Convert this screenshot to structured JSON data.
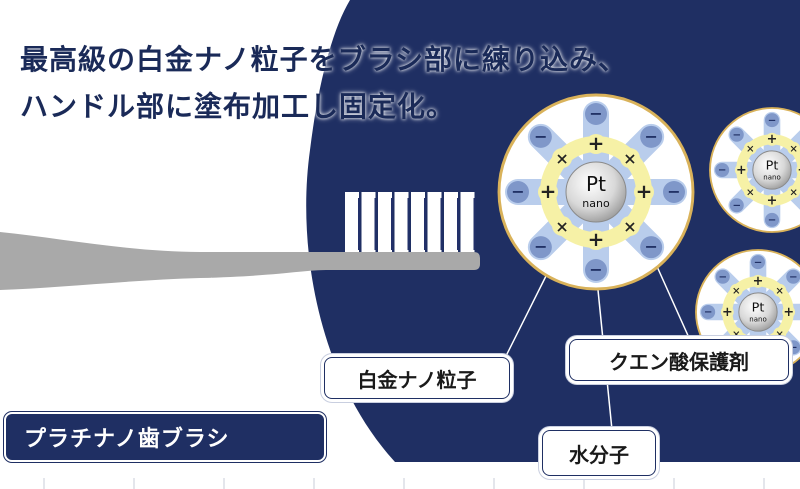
{
  "headline": {
    "line1": "最高級の白金ナノ粒子をブラシ部に練り込み、",
    "line2": "ハンドル部に塗布加工し固定化。"
  },
  "labels": {
    "platinum_nano": "白金ナノ粒子",
    "citric_acid": "クエン酸保護剤",
    "water_molecule": "水分子",
    "product_name": "プラチナノ歯ブラシ"
  },
  "particle": {
    "core_symbol": "Pt",
    "core_sub": "nano",
    "plus_sign": "+",
    "minus_sign": "−",
    "cross_sign": "×"
  },
  "colors": {
    "navy": "#1f2f63",
    "bristle_blue": "#22306a",
    "gold_ring": "#d9b25a",
    "ligand_blue": "#b9cdec",
    "ion_yellow": "#f6f1a6",
    "handle_gray": "#a9a9a9"
  }
}
